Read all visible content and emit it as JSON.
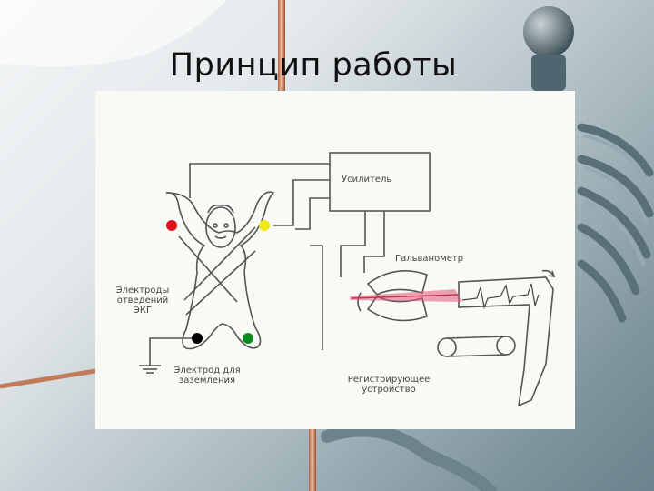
{
  "slide": {
    "title_line1": "Принцип работы",
    "title_line2": "электрокардиографа"
  },
  "diagram": {
    "amplifier_label": "Усилитель",
    "galvanometer_label": "Гальванометр",
    "electrodes_label_line1": "Электроды",
    "electrodes_label_line2": "отведений",
    "electrodes_label_line3": "ЭКГ",
    "ground_label_line1": "Электрод для",
    "ground_label_line2": "заземления",
    "recorder_label_line1": "Регистрирующее",
    "recorder_label_line2": "устройство"
  },
  "colors": {
    "electrode_right_arm": "#e0101a",
    "electrode_left_arm": "#f2ea17",
    "electrode_right_leg": "#000000",
    "electrode_left_leg": "#0f8a1e",
    "light_beam": "#e05a78"
  }
}
